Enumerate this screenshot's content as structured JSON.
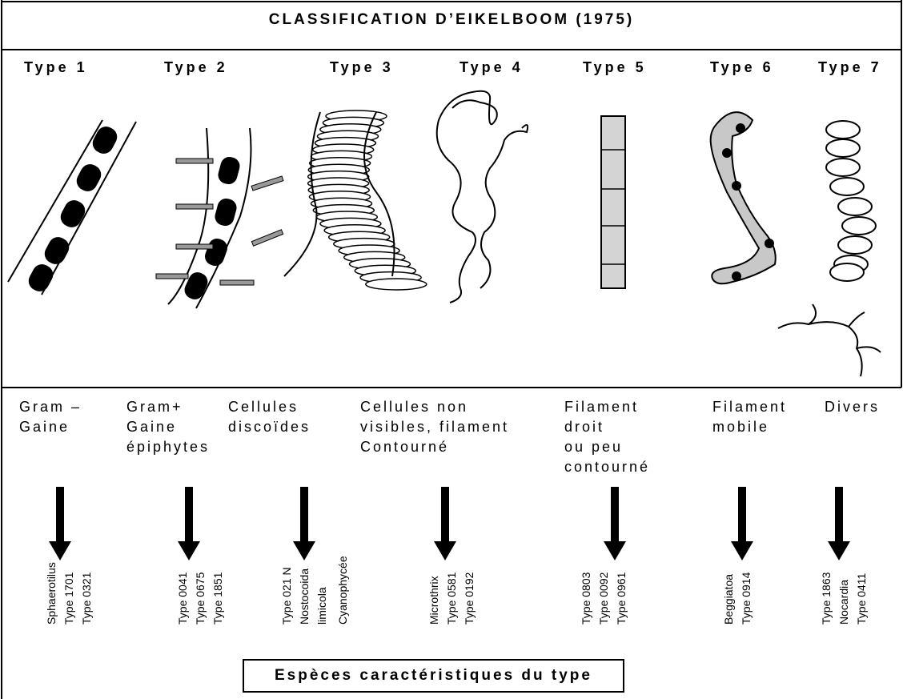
{
  "title": "CLASSIFICATION D’EIKELBOOM (1975)",
  "types": [
    {
      "label": "Type 1",
      "desc": "Gram –\nGaine",
      "species": [
        "Sphaerotilus",
        "Type 1701",
        "Type 0321"
      ]
    },
    {
      "label": "Type 2",
      "desc": "Gram+\nGaine\népiphytes",
      "species": [
        "Type 0041",
        "Type 0675",
        "Type 1851"
      ]
    },
    {
      "label": "Type 3",
      "desc": "Cellules\ndiscoïdes",
      "species": [
        "Type 021 N",
        "Nostocoida",
        "limicola",
        "Cyanophycée"
      ]
    },
    {
      "label": "Type 4",
      "desc": "Cellules non\nvisibles, filament\nContourné",
      "species": [
        "Microthrix",
        "Type 0581",
        "Type 0192"
      ]
    },
    {
      "label": "Type 5",
      "desc": "Filament\ndroit\nou peu\ncontourné",
      "species": [
        "Type 0803",
        "Type 0092",
        "Type 0961"
      ]
    },
    {
      "label": "Type 6",
      "desc": "Filament\nmobile",
      "species": [
        "Beggiatoa",
        "Type 0914"
      ]
    },
    {
      "label": "Type 7",
      "desc": "Divers",
      "species": [
        "Type 1863",
        "Nocardia",
        "Type 0411"
      ]
    }
  ],
  "caption": "Espèces caractéristiques du type"
}
